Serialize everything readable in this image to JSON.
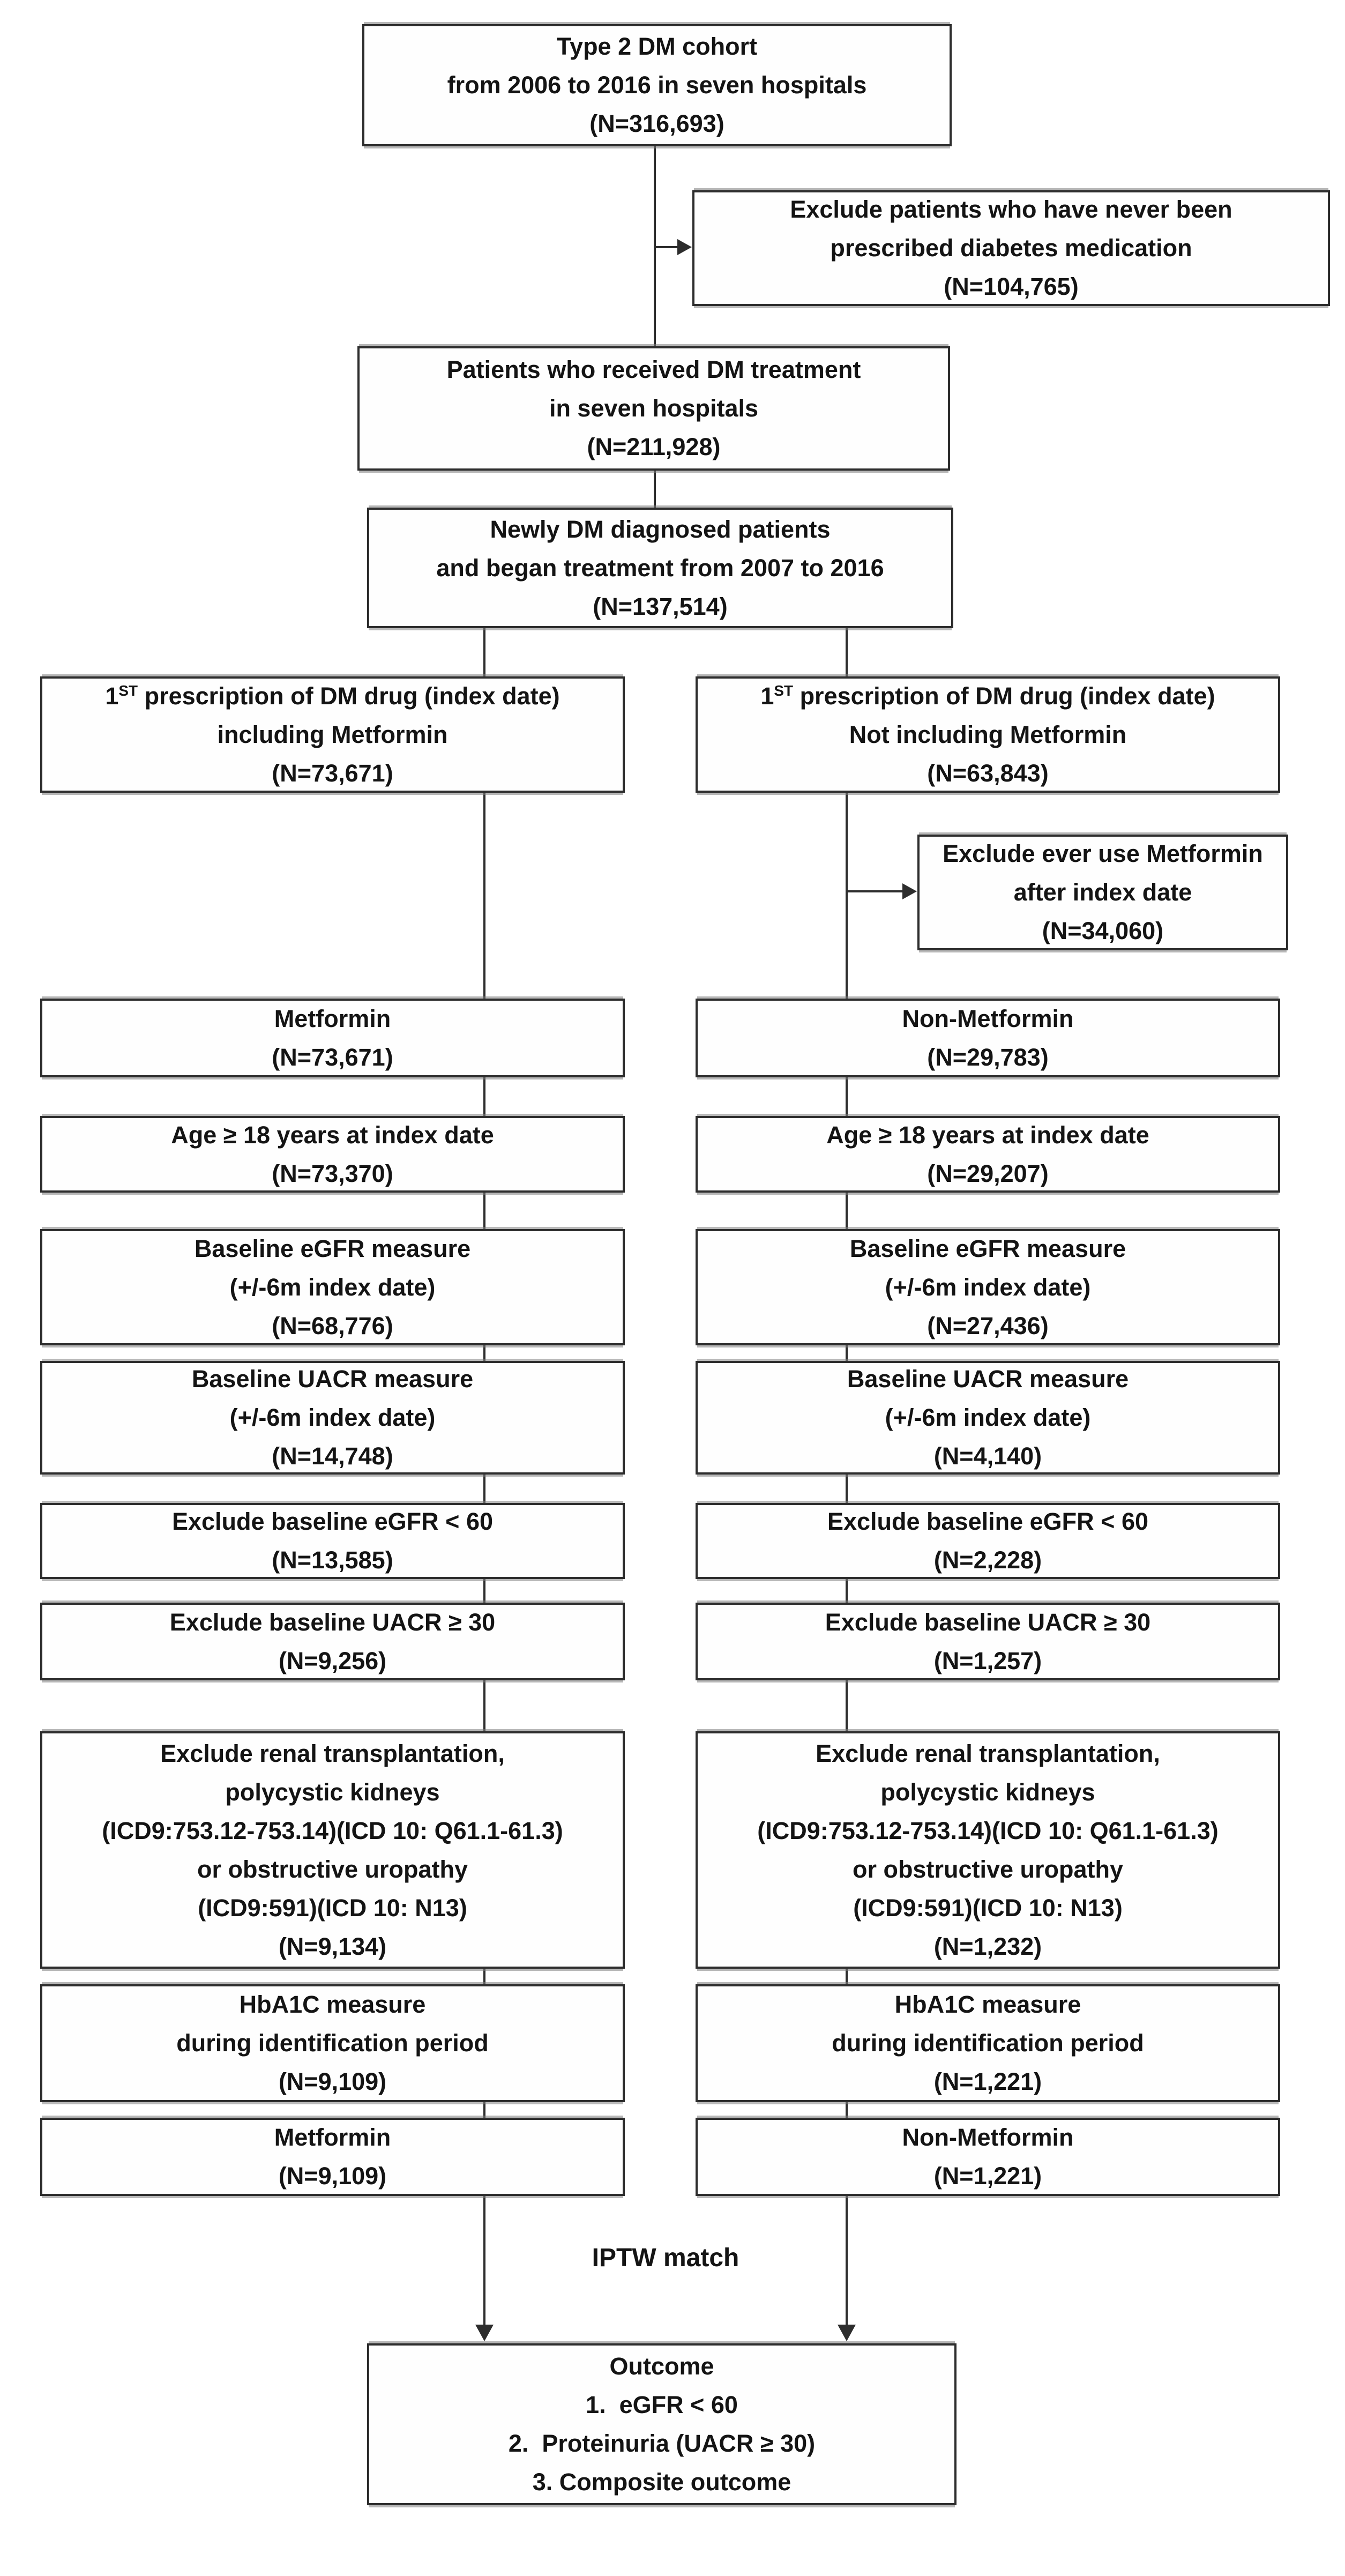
{
  "boxes": {
    "cohort": {
      "lines": [
        "Type 2 DM cohort",
        "from 2006 to 2016 in seven hospitals",
        "(N=316,693)"
      ]
    },
    "exclude_never": {
      "lines": [
        "Exclude patients who have never been",
        "prescribed diabetes medication",
        "(N=104,765)"
      ]
    },
    "received": {
      "lines": [
        "Patients who received DM treatment",
        "in seven hospitals",
        "(N=211,928)"
      ]
    },
    "newly": {
      "lines": [
        "Newly DM diagnosed patients",
        "and began treatment from 2007 to 2016",
        "(N=137,514)"
      ]
    },
    "rx_met": {
      "l1_base": "1",
      "l1_sup": "ST",
      "l1_rest": " prescription of DM drug (index date)",
      "lines": [
        "including Metformin",
        "(N=73,671)"
      ]
    },
    "rx_nonmet": {
      "l1_base": "1",
      "l1_sup": "ST",
      "l1_rest": " prescription of DM drug (index date)",
      "lines": [
        "Not including Metformin",
        "(N=63,843)"
      ]
    },
    "exclude_ever_met": {
      "lines": [
        "Exclude ever use Metformin",
        "after index date",
        "(N=34,060)"
      ]
    },
    "met1": {
      "lines": [
        "Metformin",
        "(N=73,671)"
      ]
    },
    "nonmet1": {
      "lines": [
        "Non-Metformin",
        "(N=29,783)"
      ]
    },
    "age_l": {
      "lines": [
        "Age ≥ 18 years at index date",
        "(N=73,370)"
      ]
    },
    "age_r": {
      "lines": [
        "Age ≥ 18 years at index date",
        "(N=29,207)"
      ]
    },
    "egfr_l": {
      "lines": [
        "Baseline eGFR measure",
        "(+/-6m index date)",
        "(N=68,776)"
      ]
    },
    "egfr_r": {
      "lines": [
        "Baseline eGFR measure",
        "(+/-6m index date)",
        "(N=27,436)"
      ]
    },
    "uacr_l": {
      "lines": [
        "Baseline UACR measure",
        "(+/-6m index date)",
        "(N=14,748)"
      ]
    },
    "uacr_r": {
      "lines": [
        "Baseline UACR measure",
        "(+/-6m index date)",
        "(N=4,140)"
      ]
    },
    "ex_egfr_l": {
      "lines": [
        "Exclude baseline eGFR < 60",
        "(N=13,585)"
      ]
    },
    "ex_egfr_r": {
      "lines": [
        "Exclude baseline eGFR < 60",
        "(N=2,228)"
      ]
    },
    "ex_uacr_l": {
      "lines": [
        "Exclude baseline UACR ≥ 30",
        "(N=9,256)"
      ]
    },
    "ex_uacr_r": {
      "lines": [
        "Exclude baseline UACR ≥ 30",
        "(N=1,257)"
      ]
    },
    "renal_l": {
      "lines": [
        "Exclude renal transplantation,",
        "polycystic kidneys",
        "(ICD9:753.12-753.14)(ICD 10: Q61.1-61.3)",
        "or obstructive uropathy",
        "(ICD9:591)(ICD 10: N13)",
        "(N=9,134)"
      ]
    },
    "renal_r": {
      "lines": [
        "Exclude renal transplantation,",
        "polycystic kidneys",
        "(ICD9:753.12-753.14)(ICD 10: Q61.1-61.3)",
        "or obstructive uropathy",
        "(ICD9:591)(ICD 10: N13)",
        "(N=1,232)"
      ]
    },
    "hba1c_l": {
      "lines": [
        "HbA1C measure",
        "during identification period",
        "(N=9,109)"
      ]
    },
    "hba1c_r": {
      "lines": [
        "HbA1C measure",
        "during identification period",
        "(N=1,221)"
      ]
    },
    "met2": {
      "lines": [
        "Metformin",
        "(N=9,109)"
      ]
    },
    "nonmet2": {
      "lines": [
        "Non-Metformin",
        "(N=1,221)"
      ]
    },
    "outcome": {
      "lines": [
        "Outcome",
        "1.  eGFR < 60",
        "2.  Proteinuria (UACR ≥ 30)",
        "3. Composite outcome"
      ]
    }
  },
  "labels": {
    "iptw": "IPTW match"
  }
}
